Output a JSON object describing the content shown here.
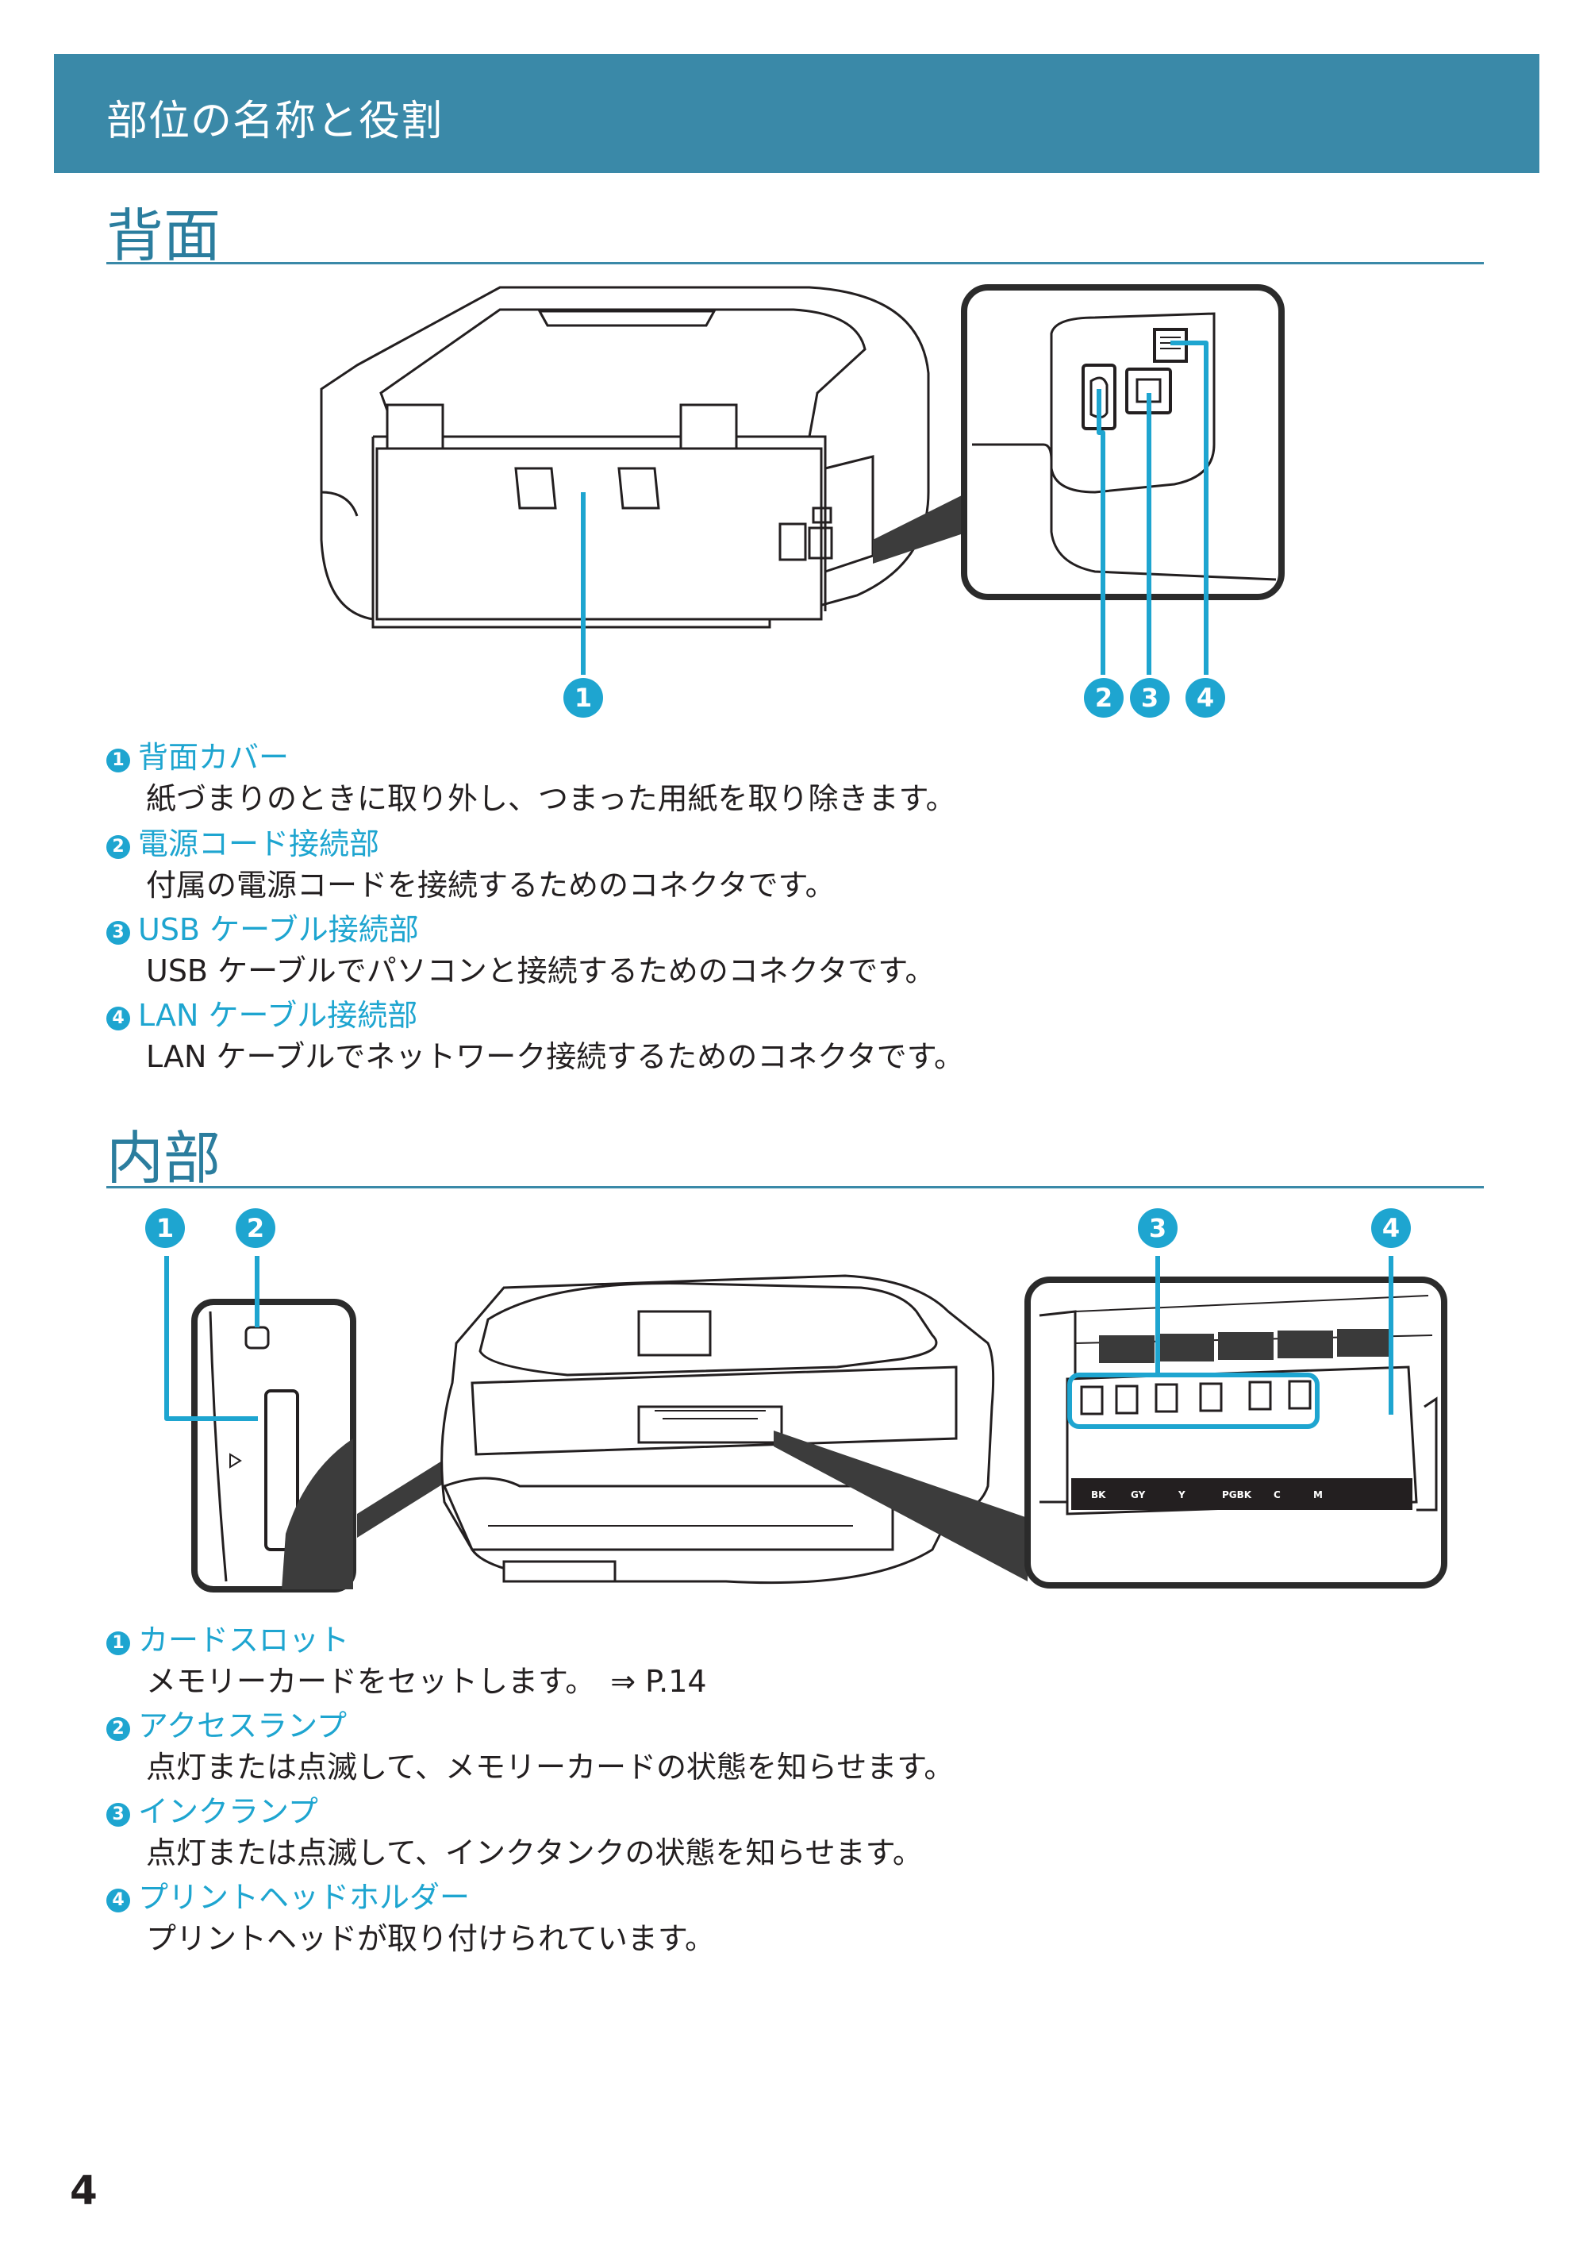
{
  "header": {
    "title": "部位の名称と役割"
  },
  "rear": {
    "title": "背面",
    "callouts": [
      "1",
      "2",
      "3",
      "4"
    ],
    "items": [
      {
        "num": "1",
        "title": "背面カバー",
        "desc": "紙づまりのときに取り外し、つまった用紙を取り除きます。"
      },
      {
        "num": "2",
        "title": "電源コード接続部",
        "desc": "付属の電源コードを接続するためのコネクタです。"
      },
      {
        "num": "3",
        "title": "USB ケーブル接続部",
        "desc": "USB ケーブルでパソコンと接続するためのコネクタです。"
      },
      {
        "num": "4",
        "title": "LAN ケーブル接続部",
        "desc": "LAN ケーブルでネットワーク接続するためのコネクタです。"
      }
    ]
  },
  "inside": {
    "title": "内部",
    "callouts": [
      "1",
      "2",
      "3",
      "4"
    ],
    "ink_labels": [
      "BK",
      "GY",
      "Y",
      "PGBK",
      "C",
      "M"
    ],
    "items": [
      {
        "num": "1",
        "title": "カードスロット",
        "desc": "メモリーカードをセットします。　⇒ P.14"
      },
      {
        "num": "2",
        "title": "アクセスランプ",
        "desc": "点灯または点滅して、メモリーカードの状態を知らせます。"
      },
      {
        "num": "3",
        "title": "インクランプ",
        "desc": "点灯または点滅して、インクタンクの状態を知らせます。"
      },
      {
        "num": "4",
        "title": "プリントヘッドホルダー",
        "desc": "プリントヘッドが取り付けられています。"
      }
    ]
  },
  "page_number": "4",
  "colors": {
    "banner": "#3a89a8",
    "accent": "#1ea5d0",
    "text": "#231f20"
  }
}
